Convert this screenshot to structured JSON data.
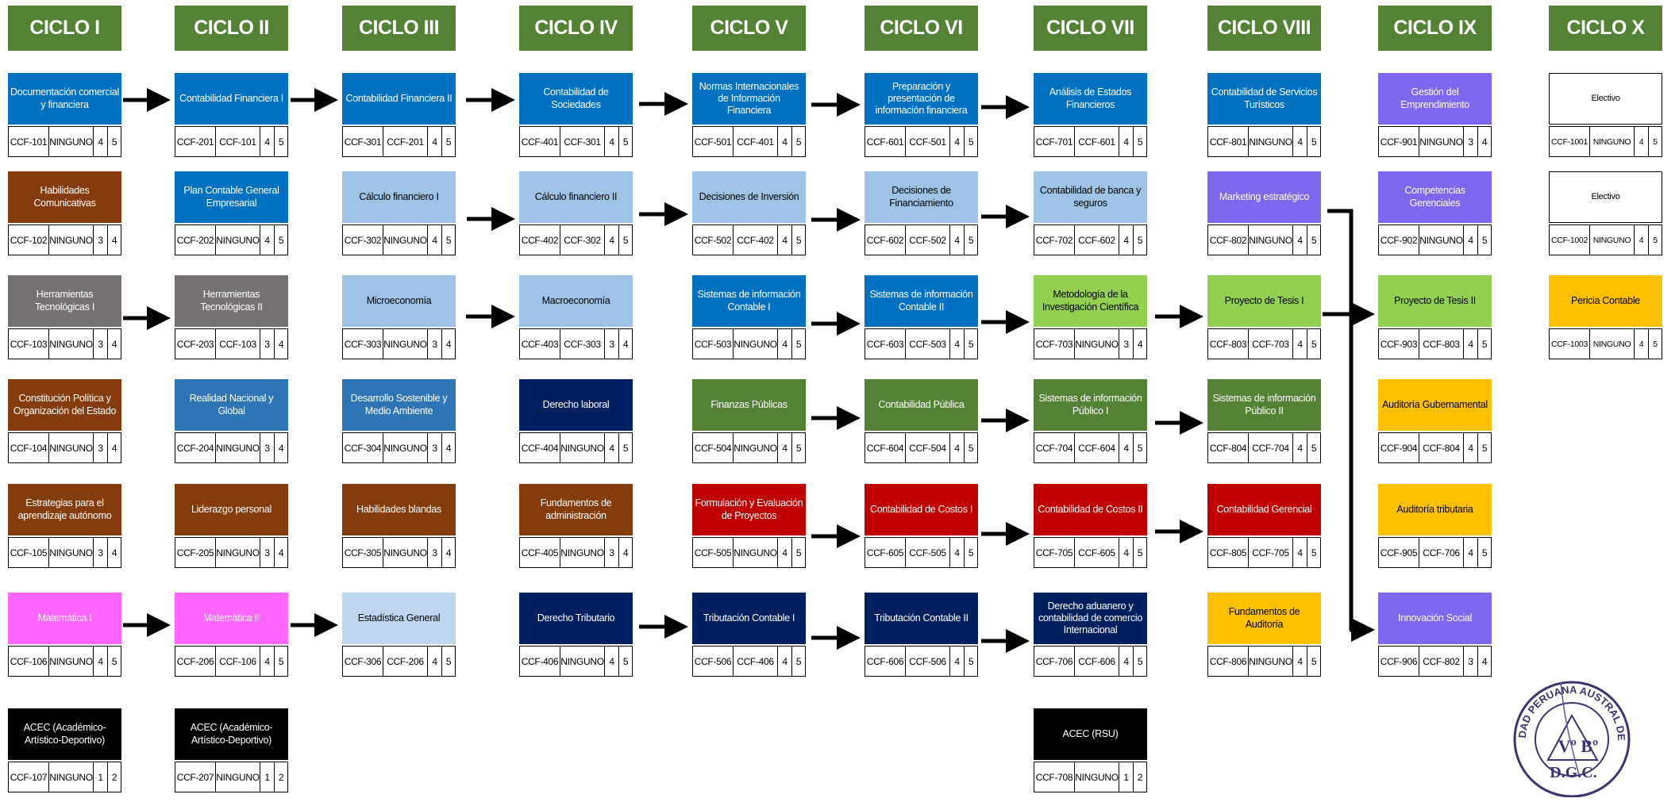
{
  "colors": {
    "header_green": "#548235",
    "blue": "#0070C0",
    "light_blue": "#9DC3E6",
    "pale_blue": "#BDD7EE",
    "brown": "#843C0C",
    "gray": "#767171",
    "steel_blue": "#2E75B6",
    "pink": "#FF66FF",
    "black": "#000000",
    "navy": "#002060",
    "green": "#548235",
    "light_green": "#92D050",
    "red": "#C00000",
    "gold": "#FFC000",
    "purple": "#7B68EE",
    "white": "#FFFFFF"
  },
  "cycles": [
    {
      "label": "CICLO I",
      "courses": [
        {
          "title": "Documentación comercial y financiera",
          "code": "CCF-101",
          "prereq": "NINGUNO",
          "credits": "4",
          "hours": "5",
          "color": "blue"
        },
        {
          "title": "Habilidades Comunicativas",
          "code": "CCF-102",
          "prereq": "NINGUNO",
          "credits": "3",
          "hours": "4",
          "color": "brown"
        },
        {
          "title": "Herramientas Tecnológicas I",
          "code": "CCF-103",
          "prereq": "NINGUNO",
          "credits": "3",
          "hours": "4",
          "color": "gray"
        },
        {
          "title": "Constitución Política y Organización del Estado",
          "code": "CCF-104",
          "prereq": "NINGUNO",
          "credits": "3",
          "hours": "4",
          "color": "brown"
        },
        {
          "title": "Estrategias para el aprendizaje autónomo",
          "code": "CCF-105",
          "prereq": "NINGUNO",
          "credits": "3",
          "hours": "4",
          "color": "brown"
        },
        {
          "title": "Matemática I",
          "code": "CCF-106",
          "prereq": "NINGUNO",
          "credits": "4",
          "hours": "5",
          "color": "pink"
        },
        {
          "title": "ACEC (Académico-Artístico-Deportivo)",
          "code": "CCF-107",
          "prereq": "NINGUNO",
          "credits": "1",
          "hours": "2",
          "color": "black"
        }
      ]
    },
    {
      "label": "CICLO II",
      "courses": [
        {
          "title": "Contabilidad Financiera  I",
          "code": "CCF-201",
          "prereq": "CCF-101",
          "credits": "4",
          "hours": "5",
          "color": "blue"
        },
        {
          "title": "Plan Contable General Empresarial",
          "code": "CCF-202",
          "prereq": "NINGUNO",
          "credits": "4",
          "hours": "5",
          "color": "blue"
        },
        {
          "title": "Herramientas Tecnológicas II",
          "code": "CCF-203",
          "prereq": "CCF-103",
          "credits": "3",
          "hours": "4",
          "color": "gray"
        },
        {
          "title": "Realidad Nacional y Global",
          "code": "CCF-204",
          "prereq": "NINGUNO",
          "credits": "3",
          "hours": "4",
          "color": "steel_blue"
        },
        {
          "title": "Liderazgo personal",
          "code": "CCF-205",
          "prereq": "NINGUNO",
          "credits": "3",
          "hours": "4",
          "color": "brown"
        },
        {
          "title": "Matemática II",
          "code": "CCF-206",
          "prereq": "CCF-106",
          "credits": "4",
          "hours": "5",
          "color": "pink"
        },
        {
          "title": "ACEC (Académico-Artístico-Deportivo)",
          "code": "CCF-207",
          "prereq": "NINGUNO",
          "credits": "1",
          "hours": "2",
          "color": "black"
        }
      ]
    },
    {
      "label": "CICLO III",
      "courses": [
        {
          "title": "Contabilidad Financiera  II",
          "code": "CCF-301",
          "prereq": "CCF-201",
          "credits": "4",
          "hours": "5",
          "color": "blue"
        },
        {
          "title": "Cálculo financiero I",
          "code": "CCF-302",
          "prereq": "NINGUNO",
          "credits": "4",
          "hours": "5",
          "color": "light_blue"
        },
        {
          "title": "Microeconomía",
          "code": "CCF-303",
          "prereq": "NINGUNO",
          "credits": "3",
          "hours": "4",
          "color": "light_blue"
        },
        {
          "title": "Desarrollo Sostenible y Medio Ambiente",
          "code": "CCF-304",
          "prereq": "NINGUNO",
          "credits": "3",
          "hours": "4",
          "color": "steel_blue"
        },
        {
          "title": "Habilidades blandas",
          "code": "CCF-305",
          "prereq": "NINGUNO",
          "credits": "3",
          "hours": "4",
          "color": "brown"
        },
        {
          "title": "Estadística General",
          "code": "CCF-306",
          "prereq": "CCF-206",
          "credits": "4",
          "hours": "5",
          "color": "pale_blue"
        }
      ]
    },
    {
      "label": "CICLO IV",
      "courses": [
        {
          "title": "Contabilidad de Sociedades",
          "code": "CCF-401",
          "prereq": "CCF-301",
          "credits": "4",
          "hours": "5",
          "color": "blue"
        },
        {
          "title": "Cálculo financiero II",
          "code": "CCF-402",
          "prereq": "CCF-302",
          "credits": "4",
          "hours": "5",
          "color": "light_blue"
        },
        {
          "title": "Macroeconomía",
          "code": "CCF-403",
          "prereq": "CCF-303",
          "credits": "3",
          "hours": "4",
          "color": "light_blue"
        },
        {
          "title": "Derecho laboral",
          "code": "CCF-404",
          "prereq": "NINGUNO",
          "credits": "4",
          "hours": "5",
          "color": "navy"
        },
        {
          "title": "Fundamentos de administración",
          "code": "CCF-405",
          "prereq": "NINGUNO",
          "credits": "3",
          "hours": "4",
          "color": "brown"
        },
        {
          "title": "Derecho Tributario",
          "code": "CCF-406",
          "prereq": "NINGUNO",
          "credits": "4",
          "hours": "5",
          "color": "navy"
        }
      ]
    },
    {
      "label": "CICLO V",
      "courses": [
        {
          "title": "Normas Internacionales de Información Financiera",
          "code": "CCF-501",
          "prereq": "CCF-401",
          "credits": "4",
          "hours": "5",
          "color": "blue"
        },
        {
          "title": "Decisiones de Inversión",
          "code": "CCF-502",
          "prereq": "CCF-402",
          "credits": "4",
          "hours": "5",
          "color": "light_blue"
        },
        {
          "title": "Sistemas de información Contable I",
          "code": "CCF-503",
          "prereq": "NINGUNO",
          "credits": "4",
          "hours": "5",
          "color": "blue"
        },
        {
          "title": "Finanzas Públicas",
          "code": "CCF-504",
          "prereq": "NINGUNO",
          "credits": "4",
          "hours": "5",
          "color": "green"
        },
        {
          "title": "Formulación y Evaluación de Proyectos",
          "code": "CCF-505",
          "prereq": "NINGUNO",
          "credits": "4",
          "hours": "5",
          "color": "red"
        },
        {
          "title": "Tributación Contable I",
          "code": "CCF-506",
          "prereq": "CCF-406",
          "credits": "4",
          "hours": "5",
          "color": "navy"
        }
      ]
    },
    {
      "label": "CICLO VI",
      "courses": [
        {
          "title": "Preparación y presentación de información financiera",
          "code": "CCF-601",
          "prereq": "CCF-501",
          "credits": "4",
          "hours": "5",
          "color": "blue"
        },
        {
          "title": "Decisiones de Financiamiento",
          "code": "CCF-602",
          "prereq": "CCF-502",
          "credits": "4",
          "hours": "5",
          "color": "light_blue"
        },
        {
          "title": "Sistemas de información Contable II",
          "code": "CCF-603",
          "prereq": "CCF-503",
          "credits": "4",
          "hours": "5",
          "color": "blue"
        },
        {
          "title": "Contabilidad Pública",
          "code": "CCF-604",
          "prereq": "CCF-504",
          "credits": "4",
          "hours": "5",
          "color": "green"
        },
        {
          "title": "Contabilidad de Costos I",
          "code": "CCF-605",
          "prereq": "CCF-505",
          "credits": "4",
          "hours": "5",
          "color": "red"
        },
        {
          "title": "Tributación Contable II",
          "code": "CCF-606",
          "prereq": "CCF-506",
          "credits": "4",
          "hours": "5",
          "color": "navy"
        }
      ]
    },
    {
      "label": "CICLO VII",
      "courses": [
        {
          "title": "Análisis de Estados Financieros",
          "code": "CCF-701",
          "prereq": "CCF-601",
          "credits": "4",
          "hours": "5",
          "color": "blue"
        },
        {
          "title": "Contabilidad de banca y seguros",
          "code": "CCF-702",
          "prereq": "CCF-602",
          "credits": "4",
          "hours": "5",
          "color": "light_blue"
        },
        {
          "title": "Metodología de la Investigación Científica",
          "code": "CCF-703",
          "prereq": "NINGUNO",
          "credits": "3",
          "hours": "4",
          "color": "light_green"
        },
        {
          "title": "Sistemas de información Público I",
          "code": "CCF-704",
          "prereq": "CCF-604",
          "credits": "4",
          "hours": "5",
          "color": "green"
        },
        {
          "title": "Contabilidad de Costos II",
          "code": "CCF-705",
          "prereq": "CCF-605",
          "credits": "4",
          "hours": "5",
          "color": "red"
        },
        {
          "title": "Derecho aduanero y contabilidad de comercio Internacional",
          "code": "CCF-706",
          "prereq": "CCF-606",
          "credits": "4",
          "hours": "5",
          "color": "navy"
        },
        {
          "title": "ACEC (RSU)",
          "code": "CCF-708",
          "prereq": "NINGUNO",
          "credits": "1",
          "hours": "2",
          "color": "black"
        }
      ]
    },
    {
      "label": "CICLO VIII",
      "courses": [
        {
          "title": "Contabilidad de Servicios Turísticos",
          "code": "CCF-801",
          "prereq": "NINGUNO",
          "credits": "4",
          "hours": "5",
          "color": "blue"
        },
        {
          "title": "Marketing estratégico",
          "code": "CCF-802",
          "prereq": "NINGUNO",
          "credits": "4",
          "hours": "5",
          "color": "purple"
        },
        {
          "title": "Proyecto de Tesis I",
          "code": "CCF-803",
          "prereq": "CCF-703",
          "credits": "4",
          "hours": "5",
          "color": "light_green"
        },
        {
          "title": "Sistemas de información Público II",
          "code": "CCF-804",
          "prereq": "CCF-704",
          "credits": "4",
          "hours": "5",
          "color": "green"
        },
        {
          "title": "Contabilidad Gerencial",
          "code": "CCF-805",
          "prereq": "CCF-705",
          "credits": "4",
          "hours": "5",
          "color": "red"
        },
        {
          "title": "Fundamentos de Auditoría",
          "code": "CCF-806",
          "prereq": "NINGUNO",
          "credits": "4",
          "hours": "5",
          "color": "gold"
        }
      ]
    },
    {
      "label": "CICLO IX",
      "courses": [
        {
          "title": "Gestión del Emprendimiento",
          "code": "CCF-901",
          "prereq": "NINGUNO",
          "credits": "3",
          "hours": "4",
          "color": "purple"
        },
        {
          "title": "Competencias Gerenciales",
          "code": "CCF-902",
          "prereq": "NINGUNO",
          "credits": "4",
          "hours": "5",
          "color": "purple"
        },
        {
          "title": "Proyecto de Tesis II",
          "code": "CCF-903",
          "prereq": "CCF-803",
          "credits": "4",
          "hours": "5",
          "color": "light_green"
        },
        {
          "title": "Auditoría Gubernamental",
          "code": "CCF-904",
          "prereq": "CCF-804",
          "credits": "4",
          "hours": "5",
          "color": "gold"
        },
        {
          "title": "Auditoría tributaria",
          "code": "CCF-905",
          "prereq": "CCF-706",
          "credits": "4",
          "hours": "5",
          "color": "gold"
        },
        {
          "title": "Innovación Social",
          "code": "CCF-906",
          "prereq": "CCF-802",
          "credits": "3",
          "hours": "4",
          "color": "purple"
        }
      ]
    },
    {
      "label": "CICLO X",
      "courses": [
        {
          "title": "Electivo",
          "code": "CCF-1001",
          "prereq": "NINGUNO",
          "credits": "4",
          "hours": "5",
          "color": "white"
        },
        {
          "title": "Electivo",
          "code": "CCF-1002",
          "prereq": "NINGUNO",
          "credits": "4",
          "hours": "5",
          "color": "white"
        },
        {
          "title": "Pericia Contable",
          "code": "CCF-1003",
          "prereq": "NINGUNO",
          "credits": "4",
          "hours": "5",
          "color": "gold"
        }
      ]
    }
  ],
  "seal": {
    "ring_text": "UNIVERSIDAD PERUANA AUSTRAL DEL CUSCO",
    "center_text": "Vº Bº",
    "bottom_text": "D.G.C."
  }
}
